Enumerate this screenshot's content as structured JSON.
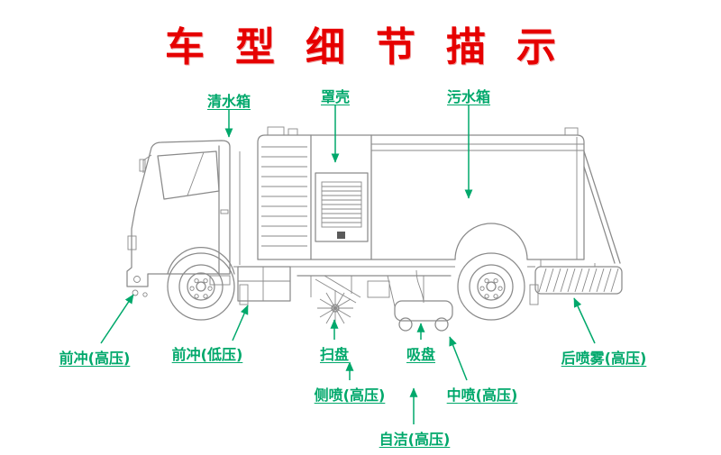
{
  "title": "车型细节描示",
  "parts": {
    "clean_water_tank": "清水箱",
    "cover_shell": "罩壳",
    "sewage_tank": "污水箱",
    "front_flush_high": "前冲(高压)",
    "front_flush_low": "前冲(低压)",
    "sweep_disc": "扫盘",
    "suction_plate": "吸盘",
    "rear_spray_high": "后喷雾(高压)",
    "side_spray_high": "侧喷(高压)",
    "mid_spray_high": "中喷(高压)",
    "self_clean_high": "自洁(高压)"
  },
  "colors": {
    "accent_red": "#e60000",
    "label_green": "#00a86b",
    "line_gray": "#8a8a8a"
  }
}
